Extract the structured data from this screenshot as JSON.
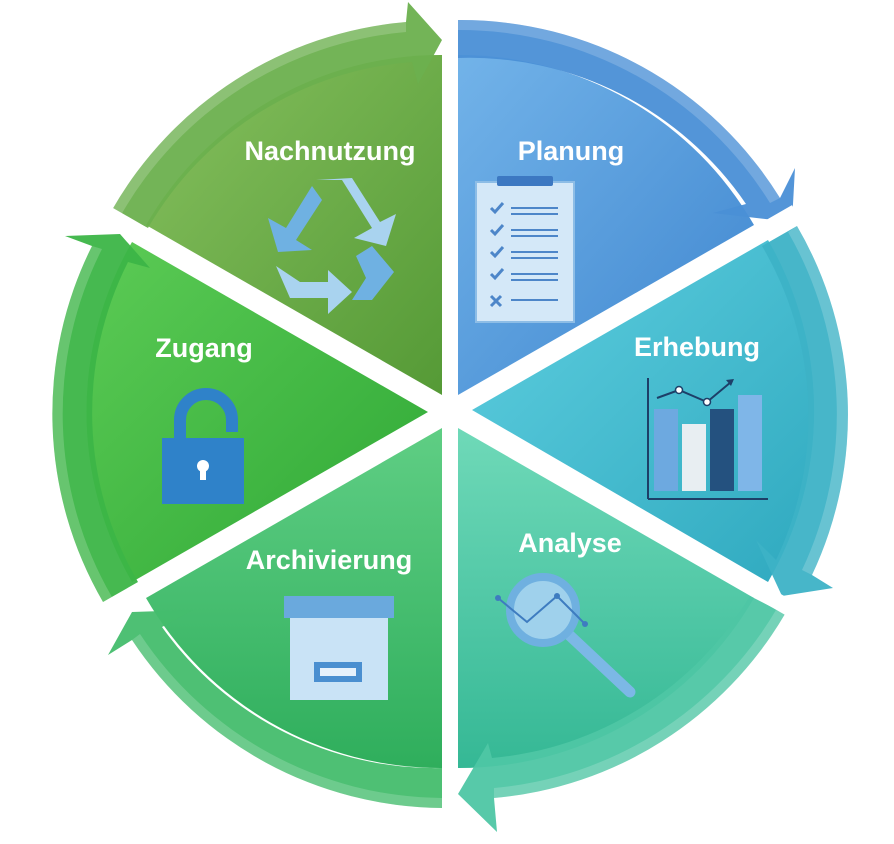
{
  "diagram": {
    "type": "cycle",
    "segments": [
      {
        "id": "planung",
        "label": "Planung",
        "icon": "checklist-icon",
        "color": "#5aa0dd"
      },
      {
        "id": "erhebung",
        "label": "Erhebung",
        "icon": "bar-chart-icon",
        "color": "#46bfd2"
      },
      {
        "id": "analyse",
        "label": "Analyse",
        "icon": "magnifier-icon",
        "color": "#45c7a6"
      },
      {
        "id": "archivierung",
        "label": "Archivierung",
        "icon": "archive-box-icon",
        "color": "#46be70"
      },
      {
        "id": "zugang",
        "label": "Zugang",
        "icon": "open-lock-icon",
        "color": "#3eb848"
      },
      {
        "id": "nachnutzung",
        "label": "Nachnutzung",
        "icon": "recycle-icon",
        "color": "#6aad46"
      }
    ]
  }
}
